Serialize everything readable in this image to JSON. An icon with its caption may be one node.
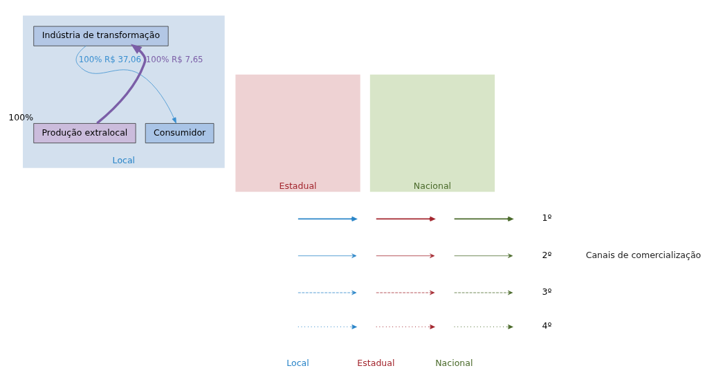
{
  "diagram": {
    "nodes": [
      {
        "text": [
          "Local"
        ]
      },
      {
        "text": [
          "Estadual"
        ]
      },
      {
        "text": [
          "Nacional"
        ]
      },
      {
        "text": [
          "Indústria de transformação"
        ],
        "in": 0
      },
      {
        "text": [
          "Produção extralocal"
        ],
        "in": 0,
        "beside": [
          "100%"
        ]
      },
      {
        "text": [
          "Consumidor"
        ],
        "in": 0
      }
    ],
    "edges": [
      {
        "from": 4,
        "to": 3,
        "arrow": "to",
        "label": "100% R$ 7,65",
        "style": "thick",
        "color": "#7b5ea7"
      },
      {
        "from": 3,
        "to": 5,
        "arrow": "to",
        "label": "100% R$ 37,06",
        "color": "#3a8fd0"
      }
    ],
    "labels": [
      "Local",
      "Estadual",
      "Nacional",
      "Canais de comercialização"
    ],
    "legend": [
      {
        "text": "1º"
      },
      {
        "text": "2º"
      },
      {
        "text": "3º"
      },
      {
        "text": "4º"
      }
    ]
  }
}
